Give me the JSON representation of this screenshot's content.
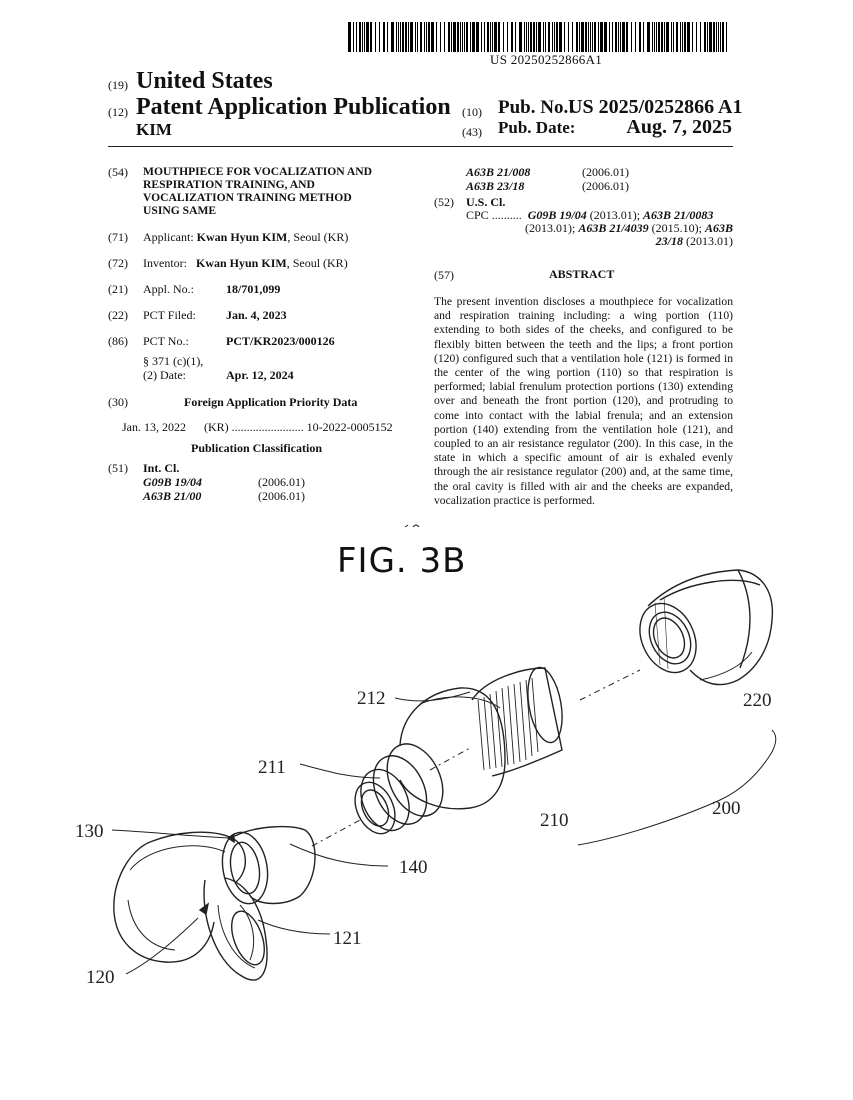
{
  "header": {
    "barcode_text": "US 20250252866A1",
    "code19": "(19)",
    "country": "United States",
    "code12": "(12)",
    "doc_type": "Patent Application Publication",
    "inventor_surname": "KIM",
    "code10": "(10)",
    "pub_no_label": "Pub. No.:",
    "pub_no": "US 2025/0252866 A1",
    "code43": "(43)",
    "pub_date_label": "Pub. Date:",
    "pub_date": "Aug. 7, 2025"
  },
  "left": {
    "f54_code": "(54)",
    "title_lines": [
      "MOUTHPIECE FOR VOCALIZATION AND",
      "RESPIRATION TRAINING, AND",
      "VOCALIZATION TRAINING METHOD",
      "USING SAME"
    ],
    "f71_code": "(71)",
    "applicant_label": "Applicant:",
    "applicant_name": "Kwan Hyun KIM",
    "applicant_loc": ", Seoul (KR)",
    "f72_code": "(72)",
    "inventor_label": "Inventor:",
    "inventor_name": "Kwan Hyun KIM",
    "inventor_loc": ", Seoul (KR)",
    "f21_code": "(21)",
    "appl_label": "Appl. No.:",
    "appl_no": "18/701,099",
    "f22_code": "(22)",
    "pct_filed_label": "PCT Filed:",
    "pct_filed": "Jan. 4, 2023",
    "f86_code": "(86)",
    "pct_no_label": "PCT No.:",
    "pct_no": "PCT/KR2023/000126",
    "s371_line1": "§ 371 (c)(1),",
    "s371_line2": "(2) Date:",
    "s371_date": "Apr. 12, 2024",
    "f30_code": "(30)",
    "priority_heading": "Foreign Application Priority Data",
    "priority_date": "Jan. 13, 2022",
    "priority_country": "(KR)",
    "priority_dots": "........................",
    "priority_no": "10-2022-0005152",
    "pub_class_heading": "Publication Classification",
    "f51_code": "(51)",
    "intcl_label": "Int. Cl.",
    "intcl": [
      {
        "code": "G09B 19/04",
        "year": "(2006.01)"
      },
      {
        "code": "A63B 21/00",
        "year": "(2006.01)"
      }
    ]
  },
  "right": {
    "intcl_cont": [
      {
        "code": "A63B 21/008",
        "year": "(2006.01)"
      },
      {
        "code": "A63B 23/18",
        "year": "(2006.01)"
      }
    ],
    "f52_code": "(52)",
    "uscl_label": "U.S. Cl.",
    "cpc_label": "CPC",
    "cpc_dots": "..........",
    "cpc_1a": "G09B 19/04",
    "cpc_1b": " (2013.01); ",
    "cpc_1c": "A63B 21/0083",
    "cpc_2a": "(2013.01); ",
    "cpc_2b": "A63B 21/4039",
    "cpc_2c": " (2015.10); ",
    "cpc_2d": "A63B",
    "cpc_3a": "23/18",
    "cpc_3b": " (2013.01)",
    "f57_code": "(57)",
    "abstract_heading": "ABSTRACT",
    "abstract_text": "The present invention discloses a mouthpiece for vocalization and respiration training including: a wing portion (110) extending to both sides of the cheeks, and configured to be flexibly bitten between the teeth and the lips; a front portion (120) configured such that a ventilation hole (121) is formed in the center of the wing portion (110) so that respiration is performed; labial frenulum protection portions (130) extending over and beneath the front portion (120), and protruding to come into contact with the labial frenula; and an extension portion (140) extending from the ventilation hole (121), and coupled to an air resistance regulator (200). In this case, in the state in which a specific amount of air is exhaled evenly through the air resistance regulator (200) and, at the same time, the oral cavity is filled with air and the cheeks are expanded, vocalization practice is performed."
  },
  "figure": {
    "label": "FIG. 3B",
    "refs": {
      "r212": "212",
      "r220": "220",
      "r211": "211",
      "r200": "200",
      "r210": "210",
      "r130": "130",
      "r140": "140",
      "r121": "121",
      "r120": "120"
    }
  }
}
